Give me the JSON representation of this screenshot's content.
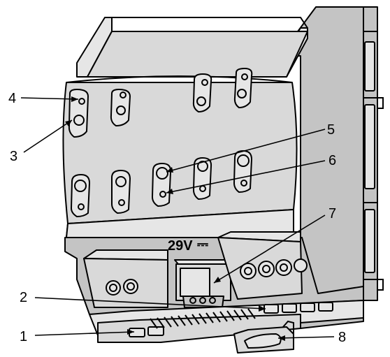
{
  "device": {
    "voltage_label": "29V",
    "dc_symbol": "⎓"
  },
  "callouts": [
    {
      "number": "1",
      "target": "bus connector"
    },
    {
      "number": "2",
      "target": "terminal block"
    },
    {
      "number": "3",
      "target": "LED"
    },
    {
      "number": "4",
      "target": "push button"
    },
    {
      "number": "5",
      "target": "LED"
    },
    {
      "number": "6",
      "target": "push button"
    },
    {
      "number": "7",
      "target": "KNX bus connector"
    },
    {
      "number": "8",
      "target": "DIN rail clip"
    }
  ]
}
